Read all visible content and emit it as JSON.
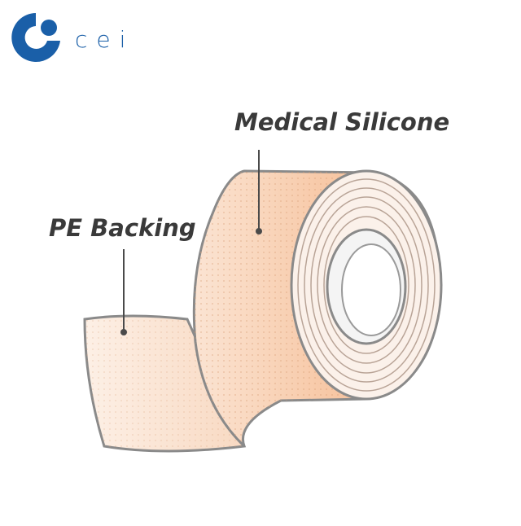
{
  "logo": {
    "text": "cei",
    "color": "#1a5fa8"
  },
  "labels": {
    "medical_silicone": "Medical Silicone",
    "pe_backing": "PE Backing"
  },
  "colors": {
    "tape_fill": "#f6c6a4",
    "tape_light": "#fbe2cf",
    "outline": "#8a8a8a",
    "leader": "#4a4a4a"
  }
}
